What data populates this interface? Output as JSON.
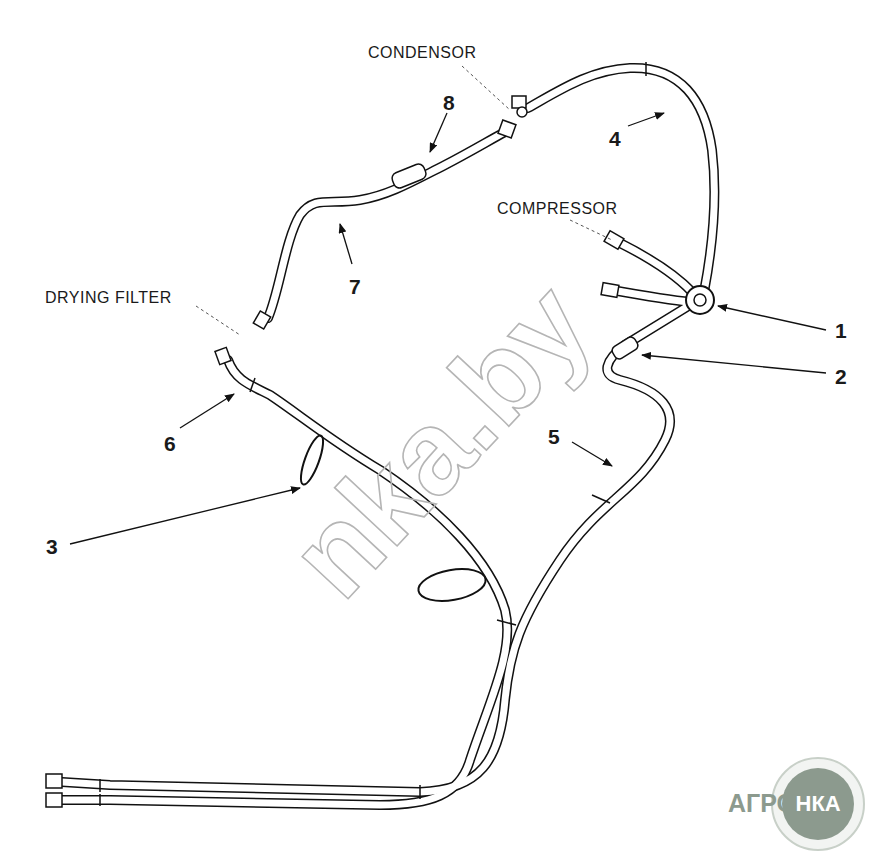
{
  "diagram": {
    "labels": [
      "CONDENSOR",
      "8",
      "4",
      "COMPRESSOR",
      "7",
      "1",
      "DRYING FILTER",
      "2",
      "6",
      "5",
      "3",
      "nka.by",
      "АГРО",
      "НКА"
    ]
  }
}
